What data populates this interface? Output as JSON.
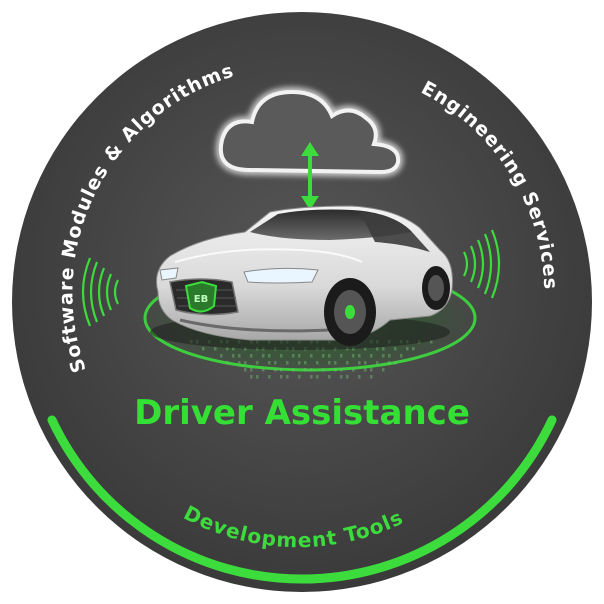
{
  "top_left_label": "Software Modules & Algorithms",
  "top_right_label": "Engineering Services",
  "bottom_label": "Development Tools",
  "center_title": "Driver Assistance",
  "colors": {
    "background_disc": "#4a4a4a",
    "accent_green": "#3ddc3d",
    "label_white": "#ffffff",
    "title_green": "#35e035"
  },
  "icons": {
    "cloud": "cloud-icon",
    "arrow": "double-arrow-vertical-icon",
    "car": "car-icon",
    "left_waves": "sensor-waves-left-icon",
    "right_waves": "sensor-waves-right-icon",
    "shield": "shield-logo-icon"
  }
}
